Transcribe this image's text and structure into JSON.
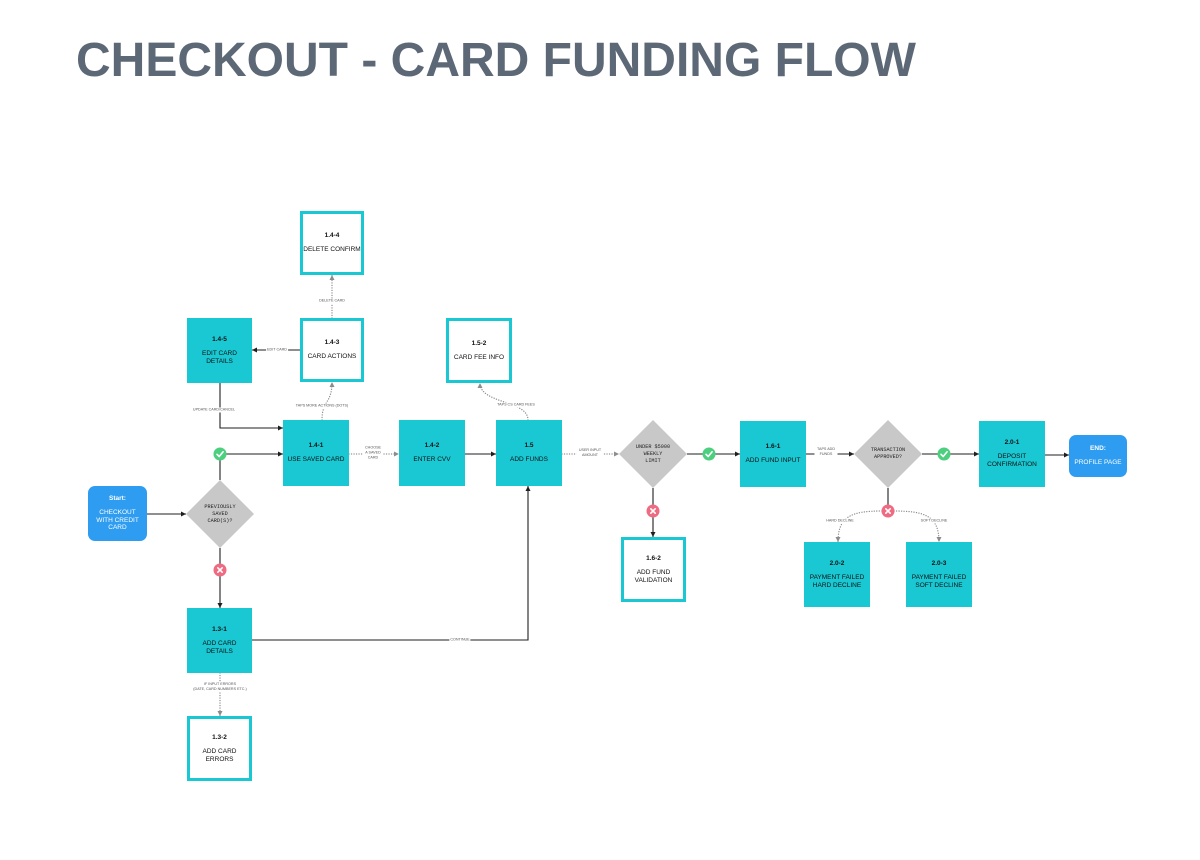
{
  "title": "CHECKOUT - CARD FUNDING FLOW",
  "colors": {
    "teal": "#19c8d3",
    "blue": "#2e9cf0",
    "decision": "#c8c8c8",
    "success": "#4ccf7e",
    "failure": "#ef6b81",
    "title_text": "#5d6877",
    "edge_solid": "#1f1f1f",
    "edge_dotted": "#8c8c8c"
  },
  "icons": {
    "yes": "check-icon",
    "no": "cross-icon"
  },
  "nodes": {
    "start": {
      "heading": "Start:",
      "label": "CHECKOUT WITH CREDIT CARD"
    },
    "end": {
      "heading": "END:",
      "label": "PROFILE PAGE"
    },
    "n_1_4_1": {
      "id": "1.4-1",
      "label": "USE SAVED CARD"
    },
    "n_1_4_2": {
      "id": "1.4-2",
      "label": "ENTER CVV"
    },
    "n_1_5": {
      "id": "1.5",
      "label": "ADD FUNDS"
    },
    "n_1_6_1": {
      "id": "1.6-1",
      "label": "ADD FUND INPUT"
    },
    "n_2_0_1": {
      "id": "2.0-1",
      "label": "DEPOSIT CONFIRMATION"
    },
    "n_1_4_3": {
      "id": "1.4-3",
      "label": "CARD ACTIONS"
    },
    "n_1_4_4": {
      "id": "1.4-4",
      "label": "DELETE CONFIRM"
    },
    "n_1_4_5": {
      "id": "1.4-5",
      "label": "EDIT CARD DETAILS"
    },
    "n_1_5_2": {
      "id": "1.5-2",
      "label": "CARD FEE INFO"
    },
    "n_1_6_2": {
      "id": "1.6-2",
      "label": "ADD FUND VALIDATION"
    },
    "n_2_0_2": {
      "id": "2.0-2",
      "label": "PAYMENT FAILED HARD DECLINE"
    },
    "n_2_0_3": {
      "id": "2.0-3",
      "label": "PAYMENT FAILED SOFT DECLINE"
    },
    "n_1_3_1": {
      "id": "1.3-1",
      "label": "ADD CARD DETAILS"
    },
    "n_1_3_2": {
      "id": "1.3-2",
      "label": "ADD CARD ERRORS"
    }
  },
  "decisions": {
    "previously_saved": "PREVIOUSLY SAVED CARD(S)?",
    "weekly_limit": "UNDER $5000 WEEKLY LIMIT",
    "transaction_approved": "TRANSACTION APPROVED?"
  },
  "edge_labels": {
    "edit_card": "EDIT CARD",
    "delete_card": "DELETE CARD",
    "taps_more_actions": "TAPS MORE ACTIONS (DOTS)",
    "update_card_cancel": "UPDATE CARD/CANCEL",
    "choose_saved_card": "CHOOSE A SAVED CARD",
    "taps_card_fees": "TAPS CS CARD FEES",
    "user_input_amount": "USER INPUT AMOUNT",
    "taps_add_funds": "TAPS ADD FUNDS",
    "hard_decline": "HARD DECLINE",
    "soft_decline": "SOFT DECLINE",
    "continue": "CONTINUE",
    "input_errors": [
      "IF INPUT ERRORS",
      "(DATE, CARD NUMBERS ETC.)"
    ]
  }
}
